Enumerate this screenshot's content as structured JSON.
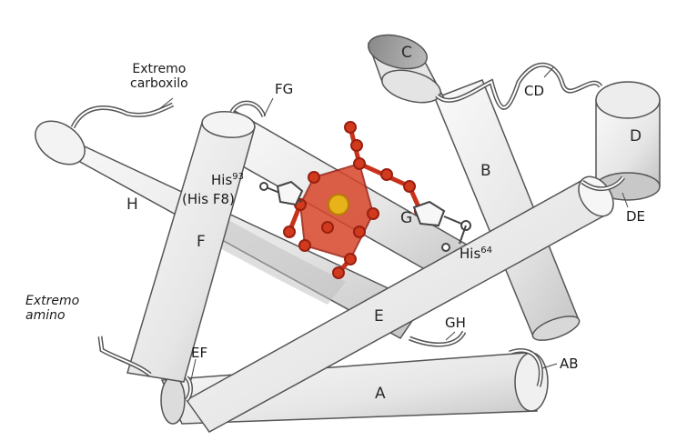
{
  "labels": {
    "carboxyl_end": "Extremo\ncarboxilo",
    "amino_end": "Extremo\namino",
    "helix_a": "A",
    "helix_b": "B",
    "helix_c": "C",
    "helix_d": "D",
    "helix_e": "E",
    "helix_f": "F",
    "helix_g": "G",
    "helix_h": "H",
    "loop_fg": "FG",
    "loop_cd": "CD",
    "loop_de": "DE",
    "loop_gh": "GH",
    "loop_ab": "AB",
    "loop_ef": "EF",
    "his93_base": "His",
    "his93_sup": "93",
    "his93_alt": "(His F8)",
    "his64_base": "His",
    "his64_sup": "64"
  },
  "colors": {
    "helix_fill": "#eeeeee",
    "helix_shade": "#c9c9c9",
    "helix_outline": "#5a5a5a",
    "heme_red": "#d23a1e",
    "iron_gold": "#e8b21a"
  }
}
